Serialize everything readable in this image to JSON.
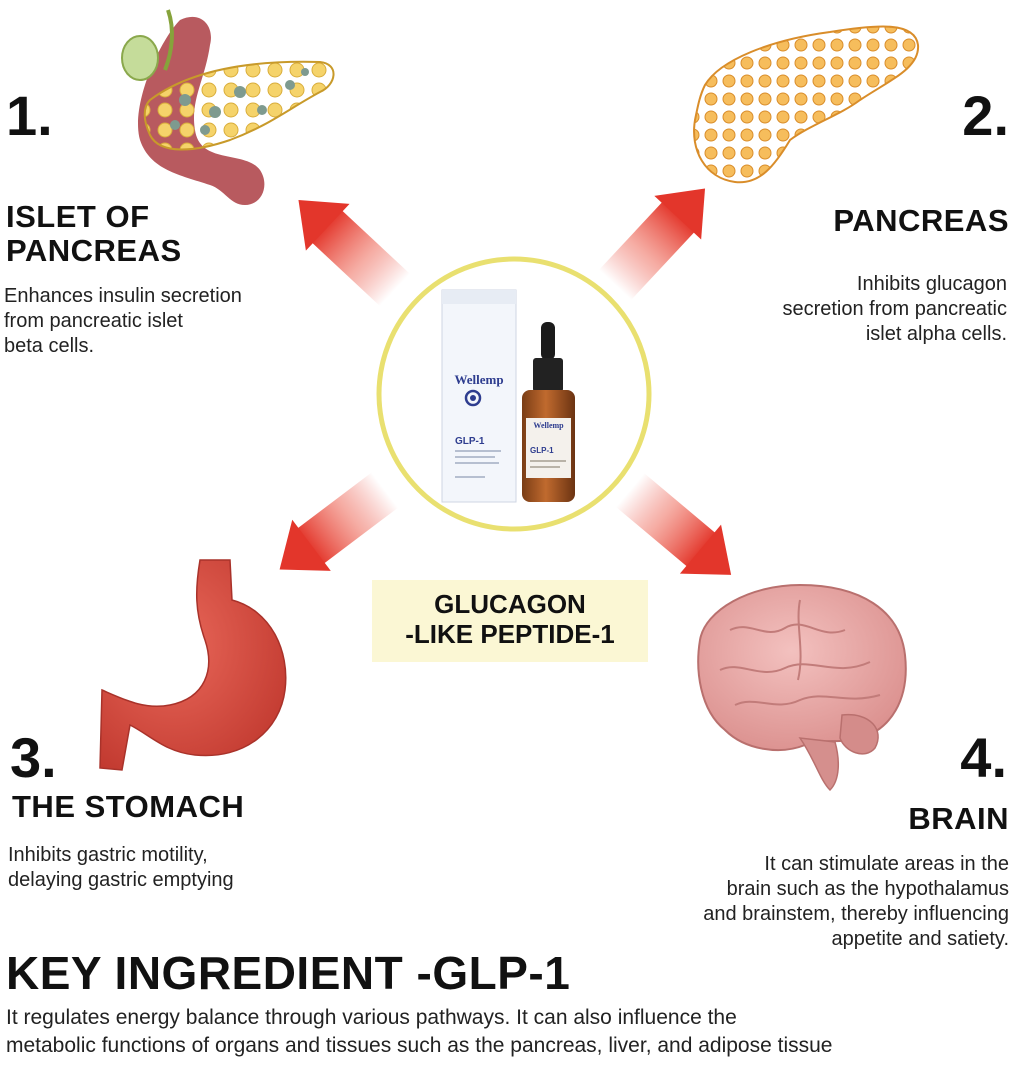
{
  "items": [
    {
      "number": "1.",
      "title_lines": [
        "ISLET OF",
        "PANCREAS"
      ],
      "desc_lines": [
        "Enhances insulin secretion",
        "from pancreatic islet",
        "beta cells."
      ],
      "icon": "islet-of-pancreas-icon"
    },
    {
      "number": "2.",
      "title_lines": [
        "PANCREAS"
      ],
      "desc_lines": [
        "Inhibits glucagon",
        "secretion from pancreatic",
        "islet alpha cells."
      ],
      "icon": "pancreas-icon"
    },
    {
      "number": "3.",
      "title_lines": [
        "THE STOMACH"
      ],
      "desc_lines": [
        "Inhibits gastric motility,",
        "delaying gastric emptying"
      ],
      "icon": "stomach-icon"
    },
    {
      "number": "4.",
      "title_lines": [
        "BRAIN"
      ],
      "desc_lines": [
        "It can stimulate areas in the",
        "brain such as the hypothalamus",
        "and brainstem, thereby influencing",
        "appetite and satiety."
      ],
      "icon": "brain-icon"
    }
  ],
  "center": {
    "label_lines": [
      "GLUCAGON",
      "-LIKE PEPTIDE-1"
    ],
    "product": {
      "brand": "Wellemp",
      "name": "GLP-1"
    }
  },
  "footer": {
    "title": "KEY INGREDIENT -GLP-1",
    "desc_lines": [
      "It regulates energy balance through various pathways. It can also influence the",
      "metabolic functions of organs and tissues such as the pancreas, liver, and adipose tissue"
    ]
  },
  "colors": {
    "arrow": "#e8473a",
    "ring": "#e9e070",
    "glp_box": "#fbf7d4",
    "pancreas": "#f1b048",
    "stomach": "#d94d3f",
    "brain": "#e8a7a5"
  }
}
